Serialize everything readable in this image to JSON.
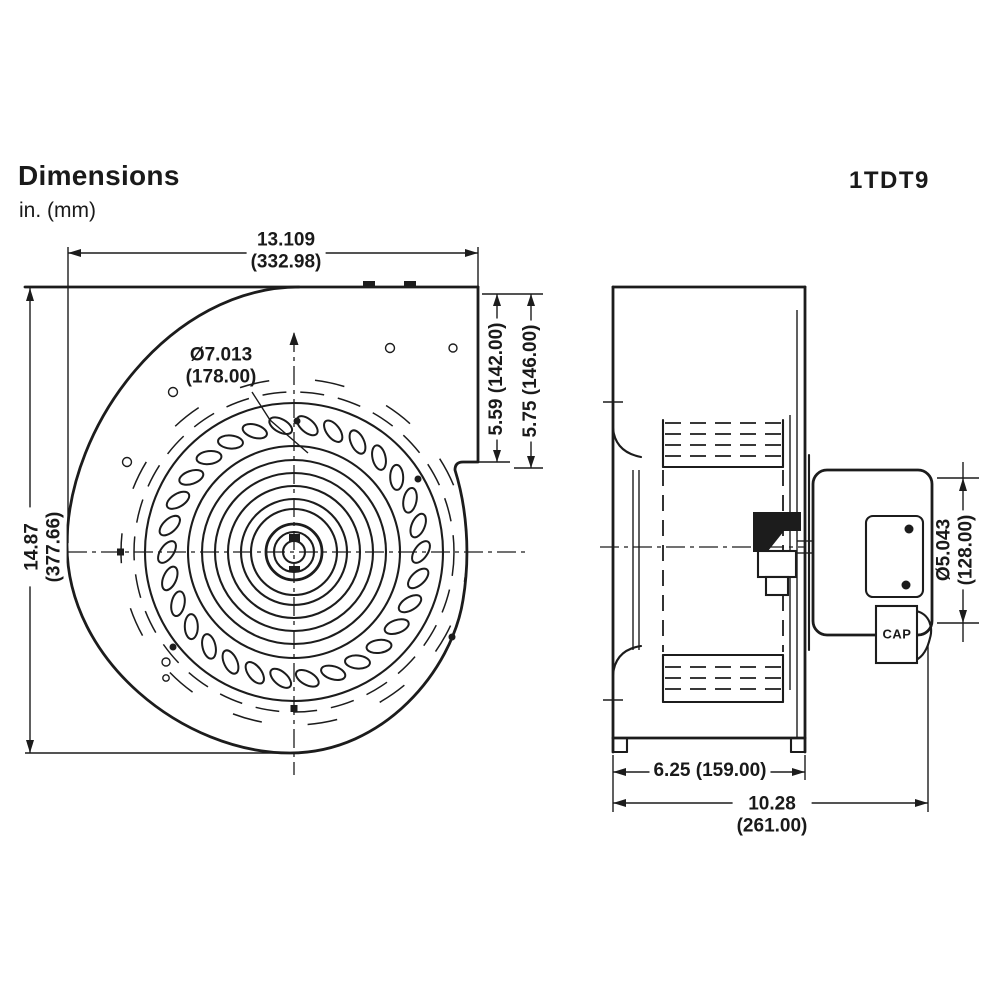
{
  "header": {
    "title": "Dimensions",
    "units": "in. (mm)",
    "model": "1TDT9"
  },
  "front_view": {
    "description": "blower front view with scroll housing and wheel",
    "width_dim": {
      "in": "13.109",
      "mm": "(332.98)"
    },
    "height_dim": {
      "in": "14.87",
      "mm": "(377.66)"
    },
    "wheel_dia_dim": {
      "in": "Ø7.013",
      "mm": "(178.00)"
    },
    "outlet_height_dim": "5.59 (142.00)",
    "outlet_height2_dim": "5.75 (146.00)"
  },
  "side_view": {
    "description": "blower side view with motor and capacitor",
    "housing_depth_dim": "6.25 (159.00)",
    "overall_depth_dim": {
      "in": "10.28",
      "mm": "(261.00)"
    },
    "motor_dia_dim": {
      "in": "Ø5.043",
      "mm": "(128.00)"
    },
    "capacitor_label": "CAP"
  },
  "colors": {
    "line": "#1c1c1c",
    "background": "#ffffff"
  }
}
